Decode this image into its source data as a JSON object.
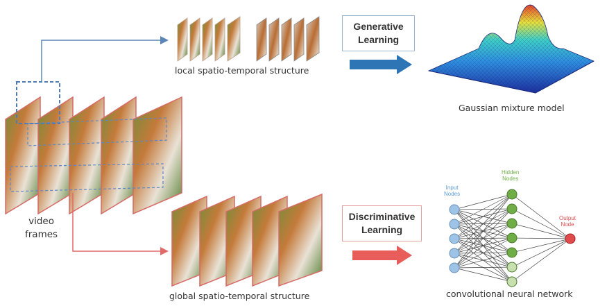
{
  "video_frames_label": [
    "video",
    "frames"
  ],
  "local_structure_caption": "local spatio-temporal structure",
  "global_structure_caption": "global spatio-temporal structure",
  "generative_box": [
    "Generative",
    "Learning"
  ],
  "discriminative_box": [
    "Discriminative",
    "Learning"
  ],
  "gmm_caption": "Gaussian mixture model",
  "cnn_caption": "convolutional neural network",
  "nn_labels": {
    "input": [
      "Input",
      "Nodes"
    ],
    "hidden": [
      "Hidden",
      "Nodes"
    ],
    "output": [
      "Output",
      "Node"
    ]
  },
  "colors": {
    "generative_accent": "#2e75b6",
    "discriminative_accent": "#e85c5a",
    "input_nodes": "#9dc3e6",
    "hidden_nodes": "#70ad47",
    "output_node": "#e04b4b"
  }
}
